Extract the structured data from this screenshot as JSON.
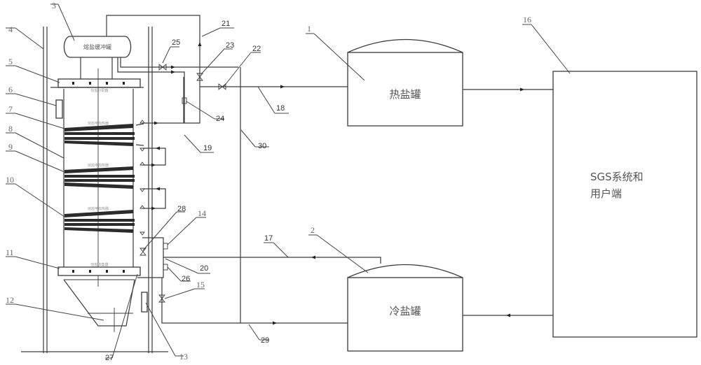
{
  "diagram": {
    "type": "process-flow-schematic",
    "components": [
      {
        "id": "1",
        "label": "热盐罐",
        "description": "hot salt tank"
      },
      {
        "id": "2",
        "label": "冷盐罐",
        "description": "cold salt tank"
      },
      {
        "id": "3",
        "label": "熔盐缓冲罐",
        "description": "molten salt buffer tank"
      },
      {
        "id": "16",
        "label_line1": "SGS系统和",
        "label_line2": "用户端",
        "description": "SGS system and user end"
      }
    ],
    "callouts": [
      "1",
      "2",
      "3",
      "4",
      "5",
      "6",
      "7",
      "8",
      "9",
      "10",
      "11",
      "12",
      "13",
      "14",
      "15",
      "16",
      "17",
      "18",
      "19",
      "20",
      "21",
      "22",
      "23",
      "24",
      "25",
      "26",
      "27",
      "28",
      "29",
      "30"
    ],
    "inner_labels": {
      "top_header": "熔盐分配器",
      "heater_1": "熔盐电加热器",
      "heater_2": "熔盐电加热器",
      "heater_3": "熔盐电加热器",
      "bottom_header": "熔盐收集器"
    }
  }
}
